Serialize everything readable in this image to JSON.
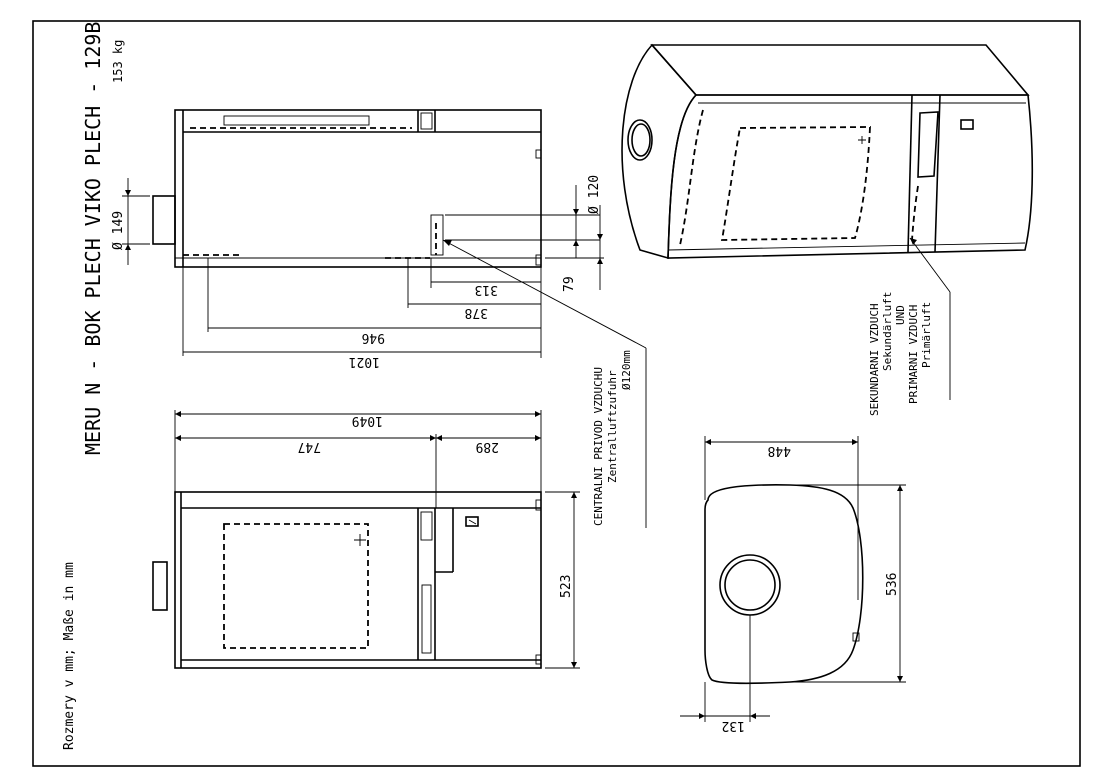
{
  "title_block": {
    "title": "MERU N - BOK PLECH VIKO PLECH - 129B",
    "weight": "153 kg",
    "units_note": "Rozmery v mm; Maße in mm"
  },
  "dimensions": {
    "d149": "Ø 149",
    "d120": "Ø 120",
    "v79": "79",
    "v313": "313",
    "v378": "378",
    "v946": "946",
    "v1021": "1021",
    "v1049": "1049",
    "v747": "747",
    "v289": "289",
    "v523": "523",
    "v448": "448",
    "v536": "536",
    "v132": "132"
  },
  "notes": {
    "central_air": [
      "CENTRALNI PRIVOD VZDUCHU",
      "Zentralluftzufuhr",
      "Ø120mm"
    ],
    "air_supply": [
      "SEKUNDARNI VZDUCH",
      "Sekundärluft",
      "UND",
      "PRIMARNI VZDUCH",
      "Primärluft"
    ]
  },
  "colors": {
    "line": "#000000",
    "background": "#ffffff"
  }
}
